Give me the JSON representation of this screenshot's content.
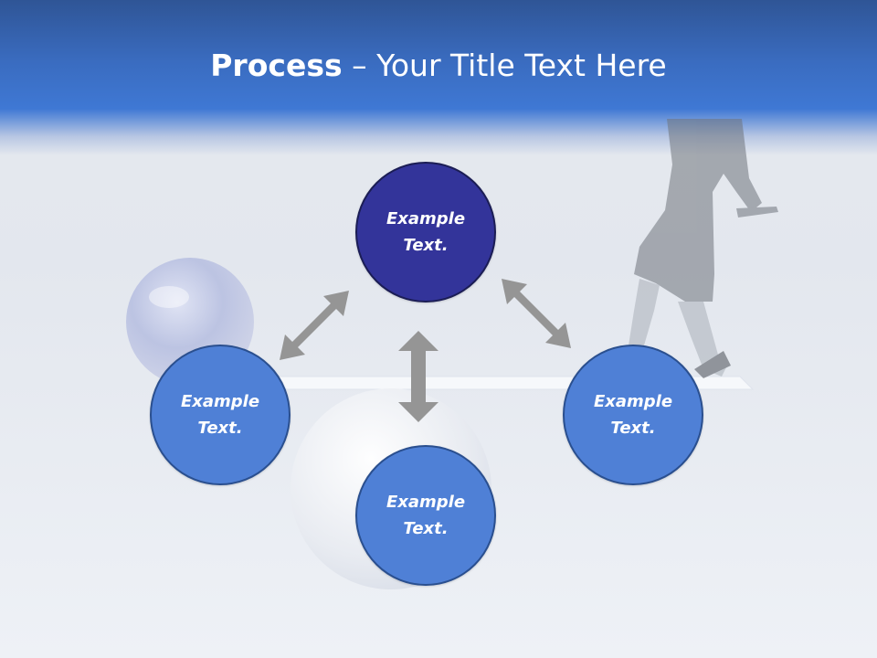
{
  "slide": {
    "title_bold": "Process",
    "title_rest": " – Your Title Text Here"
  },
  "nodes": {
    "top": "Example\nText.",
    "left": "Example\nText.",
    "right": "Example\nText.",
    "bottom": "Example\nText."
  },
  "colors": {
    "header": "#3a6cc0",
    "top_node": "#33349a",
    "side_node": "#4f80d6",
    "arrow": "#959595"
  }
}
